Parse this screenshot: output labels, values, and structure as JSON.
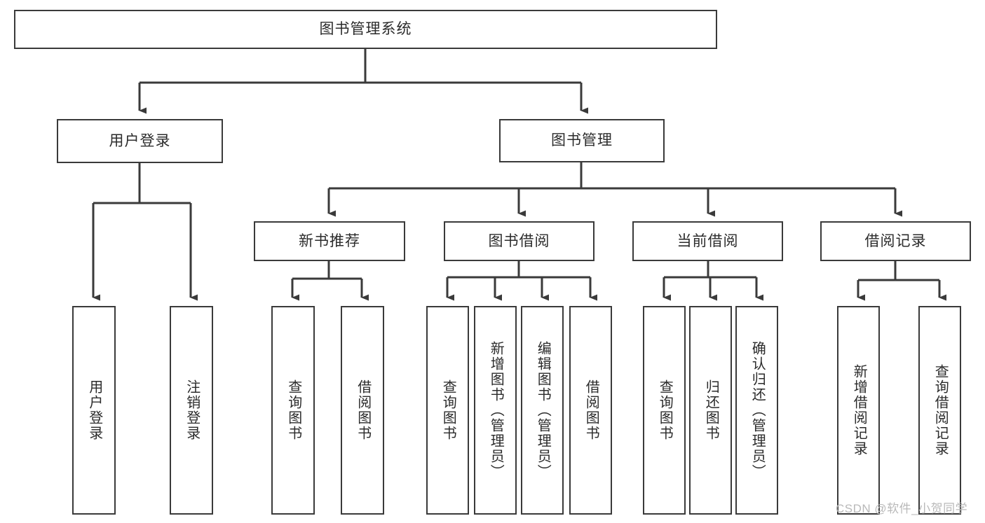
{
  "diagram": {
    "title": "图书管理系统",
    "type": "tree-hierarchy-chart",
    "watermark": "CSDN @软件_小贺同学",
    "colors": {
      "background": "#ffffff",
      "box_border": "#3a3a3a",
      "connector": "#3a3a3a",
      "text": "#2b2b2b",
      "watermark": "#b9b9b9"
    },
    "root": {
      "label": "图书管理系统"
    },
    "level2": [
      {
        "label": "用户登录"
      },
      {
        "label": "图书管理"
      }
    ],
    "level3": [
      {
        "label": "新书推荐"
      },
      {
        "label": "图书借阅"
      },
      {
        "label": "当前借阅"
      },
      {
        "label": "借阅记录"
      }
    ],
    "leaves": {
      "user_login": [
        {
          "label": "用户登录"
        },
        {
          "label": "注销登录"
        }
      ],
      "new_book_recommend": [
        {
          "label": "查询图书"
        },
        {
          "label": "借阅图书"
        }
      ],
      "book_borrow": [
        {
          "label": "查询图书"
        },
        {
          "label": "新增图书（管理员）"
        },
        {
          "label": "编辑图书（管理员）"
        },
        {
          "label": "借阅图书"
        }
      ],
      "current_borrow": [
        {
          "label": "查询图书"
        },
        {
          "label": "归还图书"
        },
        {
          "label": "确认归还（管理员）"
        }
      ],
      "borrow_record": [
        {
          "label": "新增借阅记录"
        },
        {
          "label": "查询借阅记录"
        }
      ]
    }
  }
}
